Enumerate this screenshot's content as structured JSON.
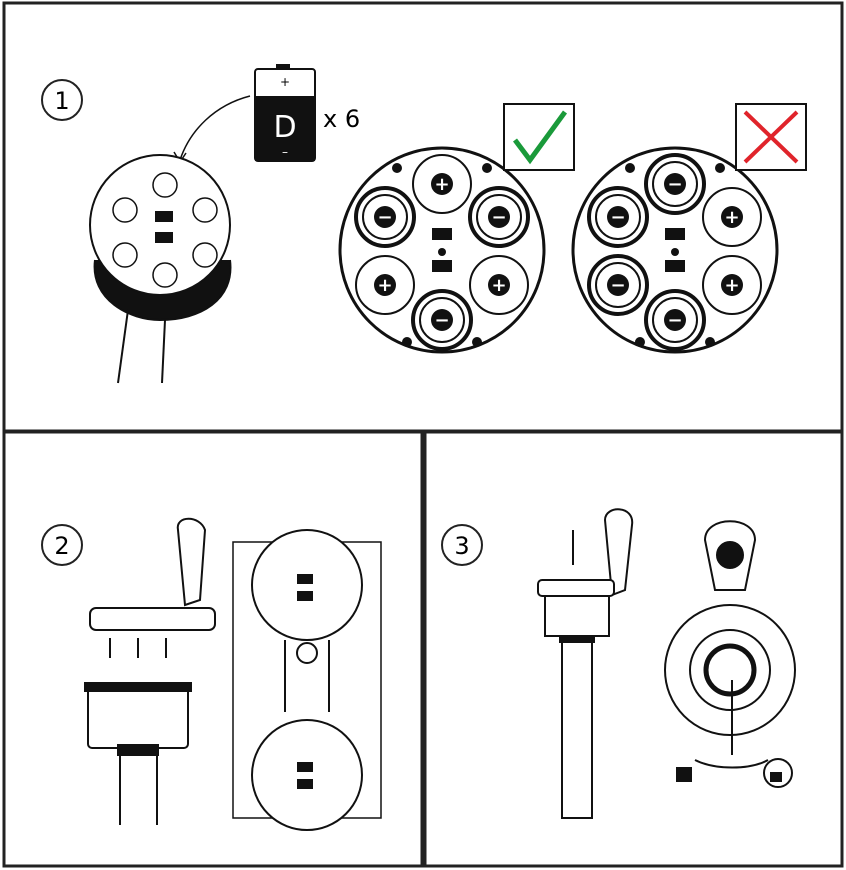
{
  "steps": [
    {
      "number": "1"
    },
    {
      "number": "2"
    },
    {
      "number": "3"
    }
  ],
  "battery": {
    "letter": "D",
    "plus": "+",
    "minus": "–",
    "quantity": "x 6"
  },
  "orientation_correct": {
    "mark": "check",
    "color": "#1a9a3a",
    "polarities": [
      "+",
      "−",
      "−",
      "+",
      "+",
      "−"
    ]
  },
  "orientation_wrong": {
    "mark": "cross",
    "color": "#e0242b",
    "polarities": [
      "−",
      "−",
      "+",
      "−",
      "+",
      "−"
    ]
  }
}
